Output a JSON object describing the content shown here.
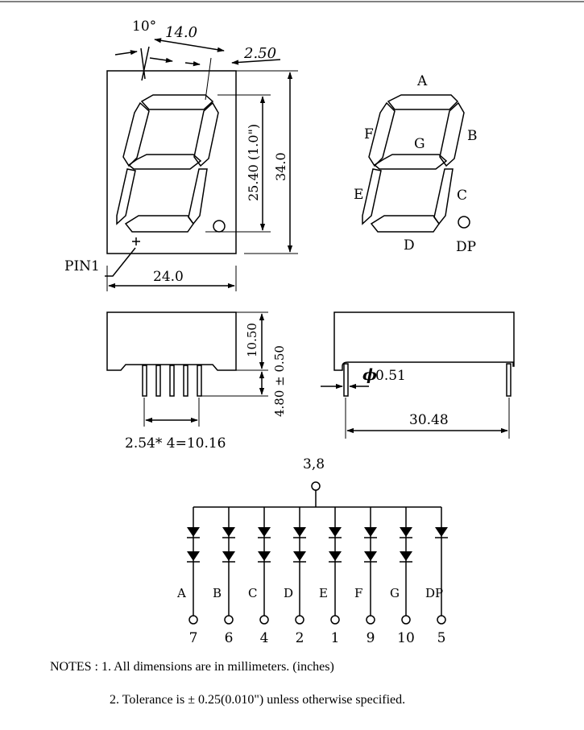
{
  "front_view": {
    "angle": "10°",
    "digit_width": "14.0",
    "segment_offset": "2.50",
    "digit_height": "25.40 (1.0\")",
    "body_height": "34.0",
    "body_width": "24.0",
    "pin1_label": "PIN1"
  },
  "segment_map": {
    "labels": {
      "a": "A",
      "b": "B",
      "c": "C",
      "d": "D",
      "e": "E",
      "f": "F",
      "g": "G",
      "dp": "DP"
    }
  },
  "side_view": {
    "height": "10.50",
    "lead_length": "4.80 ± 0.50",
    "pitch": "2.54* 4=10.16"
  },
  "end_view": {
    "lead_diameter": "0.51",
    "lead_diameter_symbol": "ϕ",
    "row_spacing": "30.48"
  },
  "circuit": {
    "common_pins": "3,8",
    "channels": [
      {
        "segment": "A",
        "pin": "7"
      },
      {
        "segment": "B",
        "pin": "6"
      },
      {
        "segment": "C",
        "pin": "4"
      },
      {
        "segment": "D",
        "pin": "2"
      },
      {
        "segment": "E",
        "pin": "1"
      },
      {
        "segment": "F",
        "pin": "9"
      },
      {
        "segment": "G",
        "pin": "10"
      },
      {
        "segment": "DP",
        "pin": "5"
      }
    ]
  },
  "notes": {
    "note1": "NOTES : 1. All dimensions are in millimeters. (inches)",
    "note2": "2. Tolerance is  ±  0.25(0.010\") unless otherwise specified."
  }
}
